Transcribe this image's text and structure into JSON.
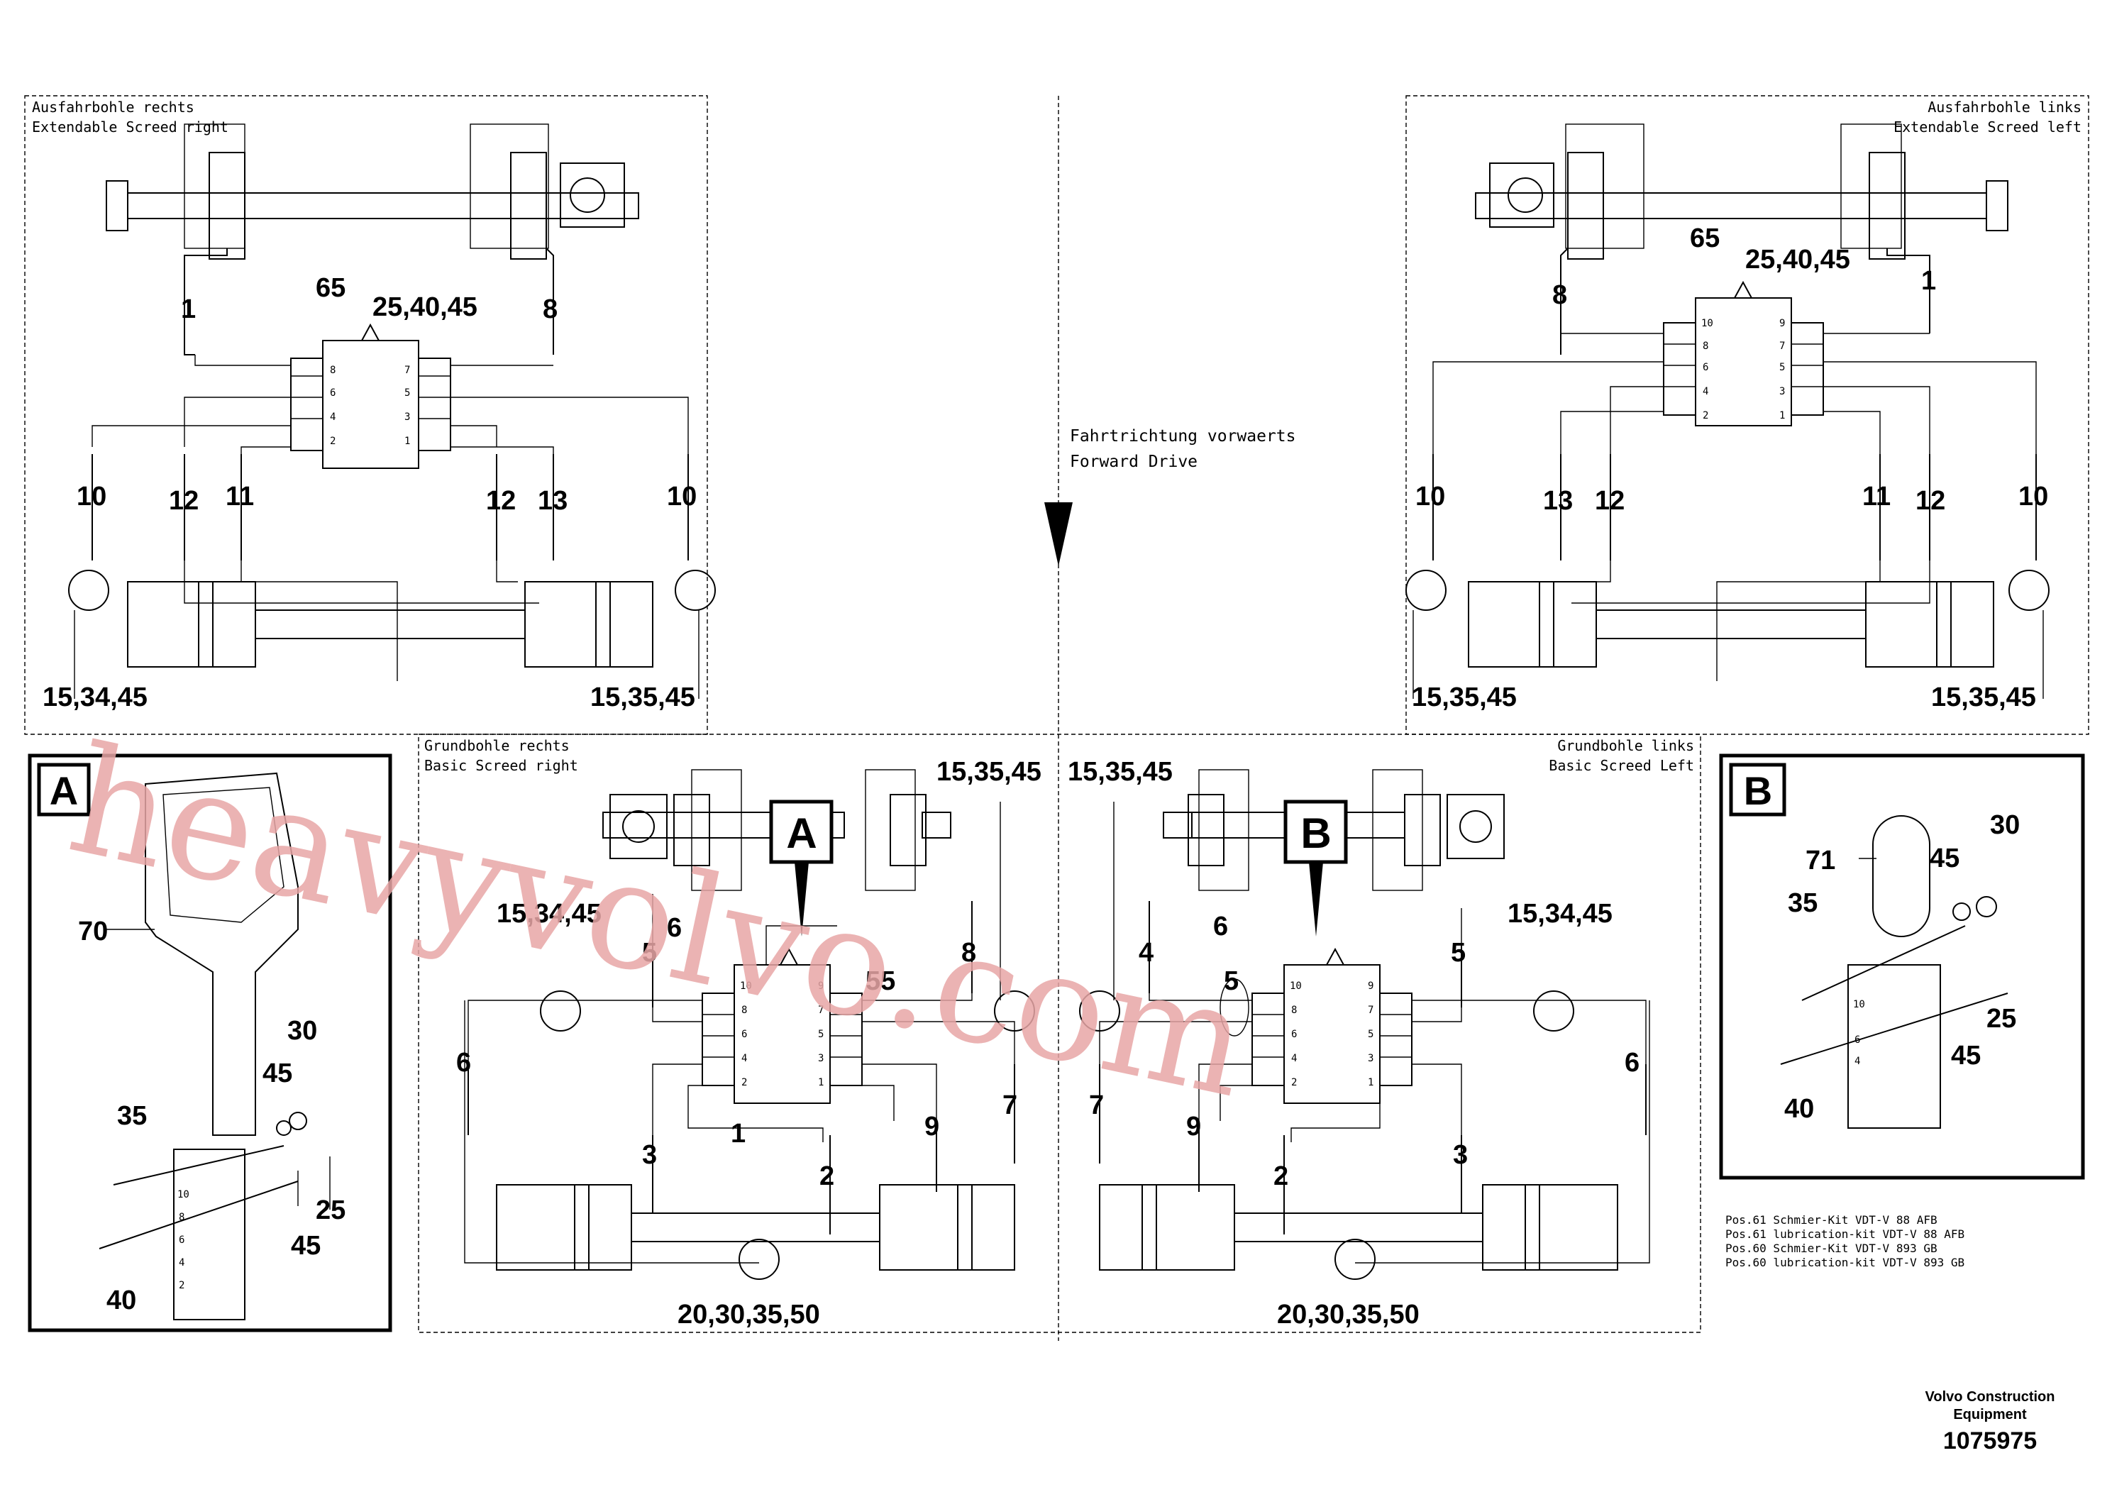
{
  "labels": {
    "top_left_de": "Ausfahrbohle rechts",
    "top_left_en": "Extendable Screed right",
    "top_right_de": "Ausfahrbohle links",
    "top_right_en": "Extendable Screed left",
    "center_de": "Fahrtrichtung vorwaerts",
    "center_en": "Forward Drive",
    "bottom_left_de": "Grundbohle rechts",
    "bottom_left_en": "Basic Screed right",
    "bottom_right_de": "Grundbohle links",
    "bottom_right_en": "Basic Screed Left"
  },
  "detail_boxes": {
    "a": "A",
    "b": "B"
  },
  "callouts": {
    "tl_65": "65",
    "tl_25": "25,40,45",
    "tl_1": "1",
    "tl_8": "8",
    "tl_10a": "10",
    "tl_12a": "12",
    "tl_11": "11",
    "tl_12b": "12",
    "tl_13": "13",
    "tl_10b": "10",
    "tl_15a": "15,34,45",
    "tl_15b": "15,35,45",
    "tr_65": "65",
    "tr_25": "25,40,45",
    "tr_8": "8",
    "tr_1": "1",
    "tr_10a": "10",
    "tr_13": "13",
    "tr_12a": "12",
    "tr_11": "11",
    "tr_12b": "12",
    "tr_10b": "10",
    "tr_15a": "15,35,45",
    "tr_15b": "15,35,45",
    "bl_15a": "15,35,45",
    "bl_15b": "15,34,45",
    "bl_6a": "6",
    "bl_5": "5",
    "bl_8": "8",
    "bl_55": "55",
    "bl_6b": "6",
    "bl_7": "7",
    "bl_1": "1",
    "bl_2": "2",
    "bl_3": "3",
    "bl_9": "9",
    "bl_20": "20,30,35,50",
    "br_15a": "15,35,45",
    "br_15b": "15,34,45",
    "br_6a": "6",
    "br_5a": "5",
    "br_4": "4",
    "br_5b": "5",
    "br_7": "7",
    "br_9": "9",
    "br_2": "2",
    "br_3": "3",
    "br_6b": "6",
    "br_20": "20,30,35,50",
    "a_70": "70",
    "a_30": "30",
    "a_45a": "45",
    "a_35": "35",
    "a_25": "25",
    "a_45b": "45",
    "a_40": "40",
    "b_71": "71",
    "b_30": "30",
    "b_45a": "45",
    "b_35": "35",
    "b_25": "25",
    "b_45b": "45",
    "b_40": "40"
  },
  "ports": {
    "left": [
      "10",
      "8",
      "6",
      "4",
      "2"
    ],
    "right": [
      "9",
      "7",
      "5",
      "3",
      "1"
    ],
    "tl_left": [
      "8",
      "6",
      "4",
      "2"
    ],
    "tl_right": [
      "7",
      "5",
      "3",
      "1"
    ]
  },
  "kit_notes": [
    "Pos.61 Schmier-Kit VDT-V 88 AFB",
    "Pos.61 lubrication-kit VDT-V 88 AFB",
    "Pos.60 Schmier-Kit VDT-V 893 GB",
    "Pos.60 lubrication-kit VDT-V 893 GB"
  ],
  "footer": {
    "company_line1": "Volvo Construction",
    "company_line2": "Equipment",
    "doc_number": "1075975"
  },
  "watermark": "heavyvolvo.com"
}
